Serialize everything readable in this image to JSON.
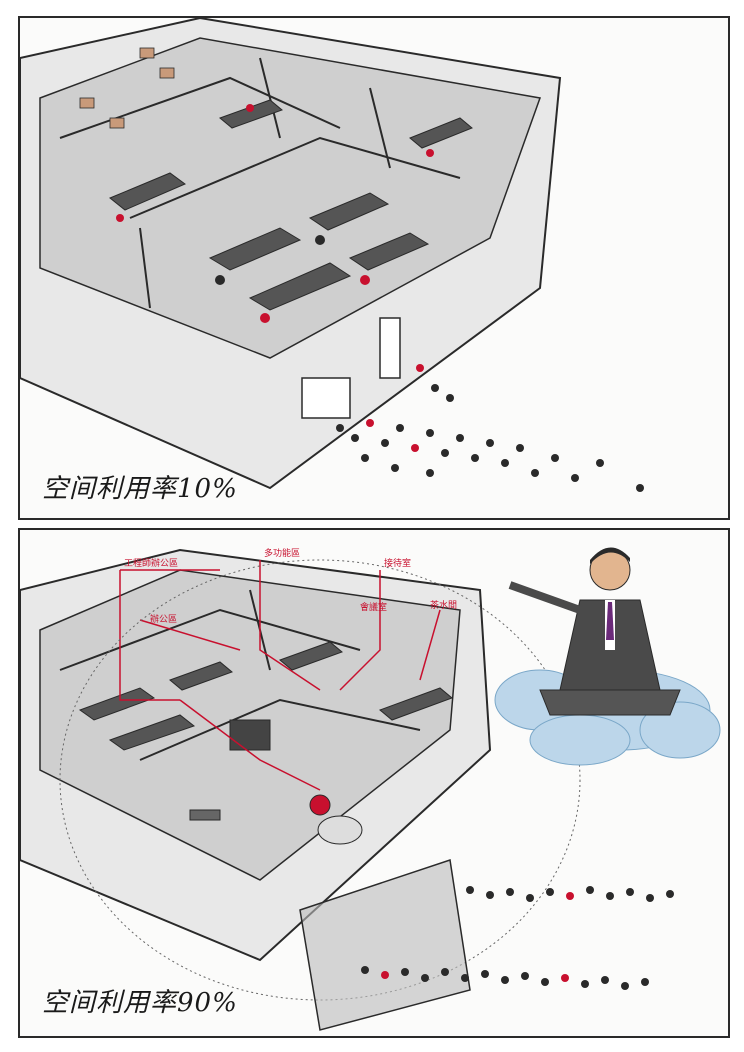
{
  "panels": [
    {
      "caption": "空间利用率10%"
    },
    {
      "caption": "空间利用率90%"
    }
  ],
  "colors": {
    "ink": "#2a2a2a",
    "accent": "#c8102e",
    "floor": "#cfcfcf",
    "wall": "#e6e6e6",
    "cloud": "#bcd6ea"
  },
  "icons": [
    "office-building-drawing",
    "crowd-of-people",
    "businessman-on-cloud"
  ]
}
